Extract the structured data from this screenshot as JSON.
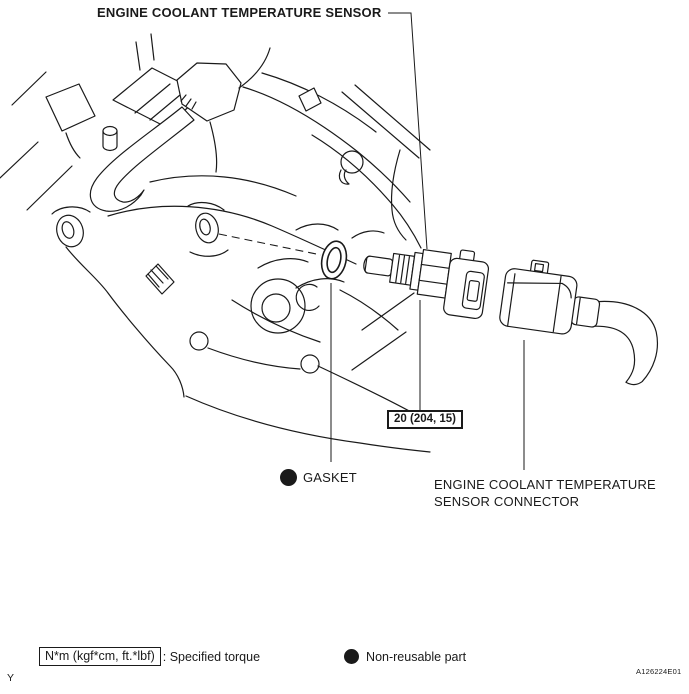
{
  "colors": {
    "ink": "#1a1a1a",
    "background": "#ffffff"
  },
  "callouts": {
    "sensor_label": "ENGINE COOLANT TEMPERATURE SENSOR",
    "torque_spec": "20 (204, 15)",
    "gasket_label": "GASKET",
    "connector_label_line1": "ENGINE COOLANT TEMPERATURE",
    "connector_label_line2": "SENSOR CONNECTOR"
  },
  "legend": {
    "torque_units_box": "N*m (kgf*cm, ft.*lbf)",
    "torque_caption": ": Specified torque",
    "nonreusable_caption": "Non-reusable part"
  },
  "footer": {
    "page_marker": "Y",
    "figure_code": "A126224E01"
  }
}
